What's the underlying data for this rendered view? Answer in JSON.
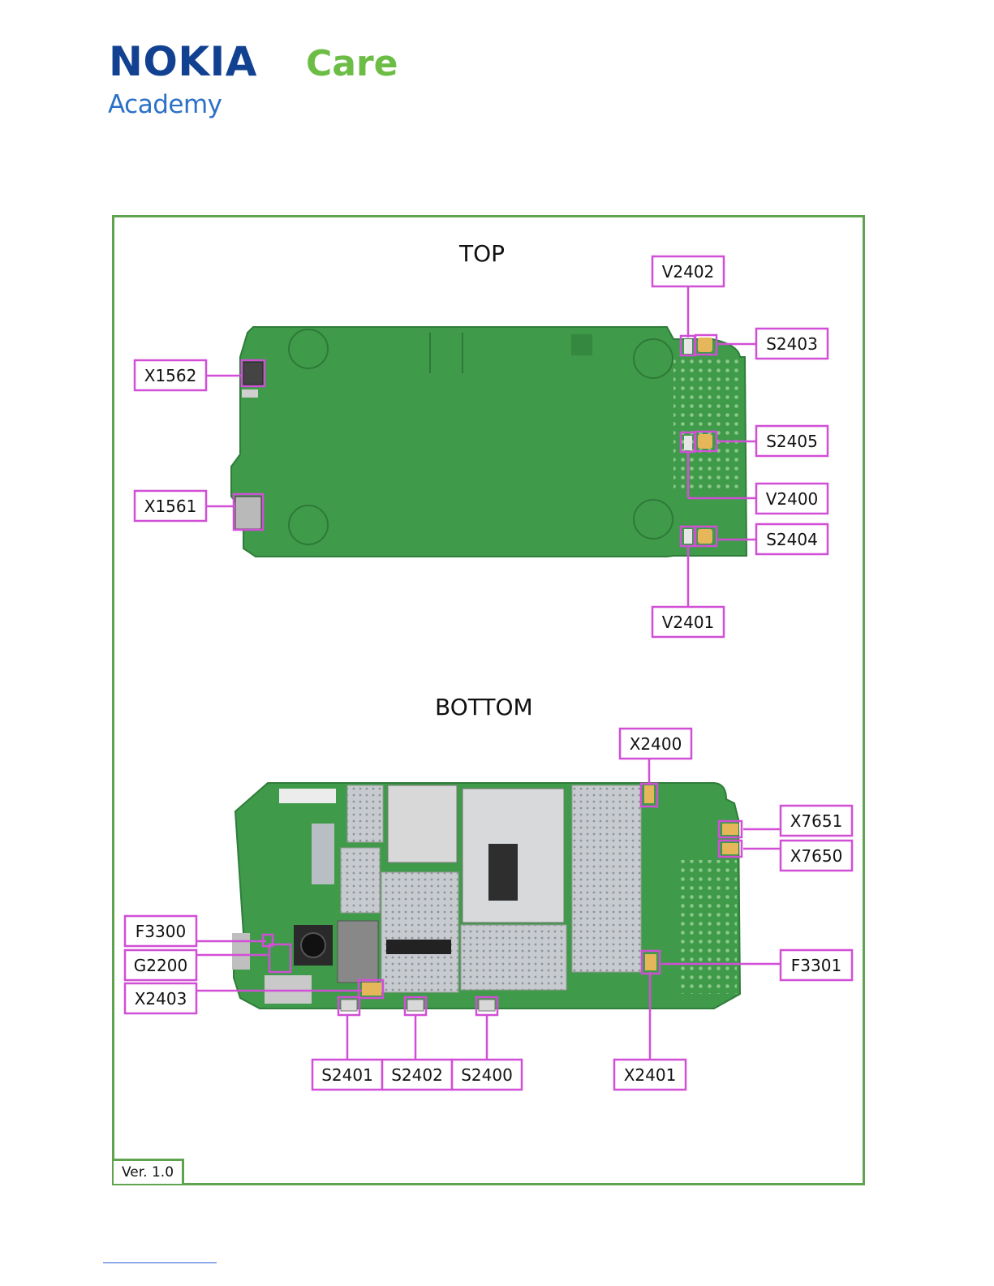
{
  "brand": {
    "nokia": "NOKIA",
    "care": "Care",
    "academy": "Academy",
    "colors": {
      "nokia_blue": "#124191",
      "care_green": "#6cbd45",
      "academy_blue": "#2b71c7"
    }
  },
  "sections": {
    "top_title": "TOP",
    "bottom_title": "BOTTOM"
  },
  "labels": {
    "top": [
      "V2402",
      "S2403",
      "X1562",
      "S2405",
      "V2400",
      "X1561",
      "S2404",
      "V2401"
    ],
    "bottom": [
      "X2400",
      "X7651",
      "X7650",
      "F3300",
      "G2200",
      "X2403",
      "F3301",
      "S2401",
      "S2402",
      "S2400",
      "X2401"
    ]
  },
  "version": "Ver. 1.0",
  "colors": {
    "frame": "#5fa34f",
    "callout": "#d14fd6",
    "pcb": "#3f9a4a"
  }
}
